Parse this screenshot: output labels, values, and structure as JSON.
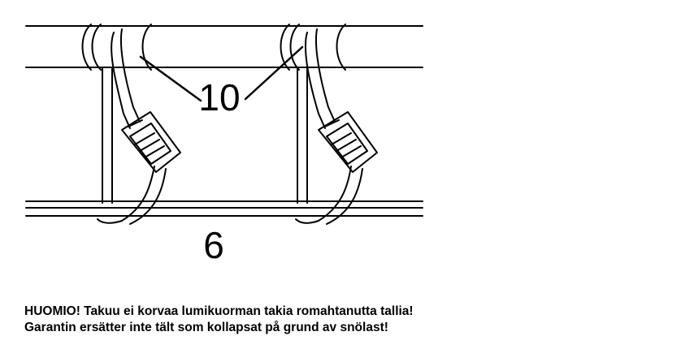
{
  "diagram": {
    "callouts": {
      "clamp_number": "10",
      "bar_number": "6"
    }
  },
  "notice": {
    "line_fi": "HUOMIO! Takuu ei korvaa lumikuorman takia romahtanutta tallia!",
    "line_sv": "Garantin ersätter inte tält som kollapsat på grund av snölast!"
  },
  "colors": {
    "ink": "#000000",
    "background": "#ffffff"
  }
}
